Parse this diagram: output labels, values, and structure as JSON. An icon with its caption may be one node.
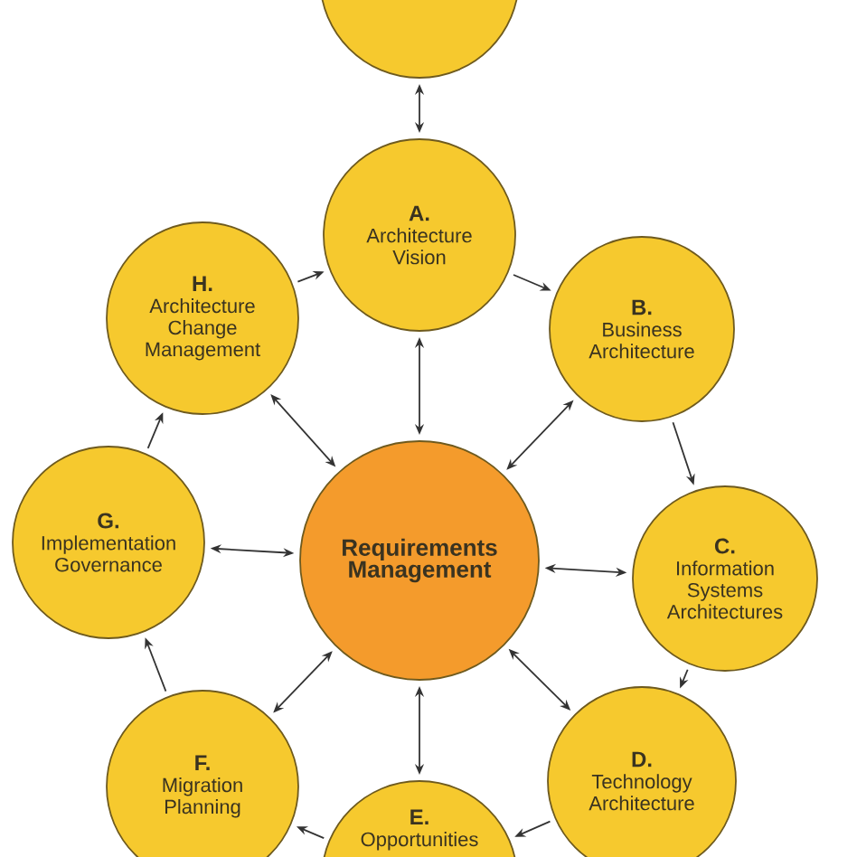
{
  "diagram": {
    "nodes": [
      {
        "text": [],
        "shape": "circle"
      },
      {
        "text": [
          "A.",
          "Architecture Vision"
        ]
      },
      {
        "text": [
          "B.",
          "Business Architecture"
        ]
      },
      {
        "text": [
          "C.",
          "Information Systems Architectures"
        ]
      },
      {
        "text": [
          "D.",
          "Technology Architecture"
        ]
      },
      {
        "text": [
          "E.",
          "Opportunities"
        ]
      },
      {
        "text": [
          "F.",
          "Migration Planning"
        ]
      },
      {
        "text": [
          "G.",
          "Implementation Governance"
        ]
      },
      {
        "text": [
          "H.",
          "Architecture Change Management"
        ]
      },
      {
        "text": [
          "Requirements Management"
        ]
      }
    ],
    "edges": [
      {
        "from": 0,
        "to": 1,
        "arrow": "both"
      },
      {
        "from": 1,
        "to": 2,
        "arrow": "to"
      },
      {
        "from": 2,
        "to": 3,
        "arrow": "to"
      },
      {
        "from": 3,
        "to": 4,
        "arrow": "to"
      },
      {
        "from": 4,
        "to": 5,
        "arrow": "to"
      },
      {
        "from": 5,
        "to": 6,
        "arrow": "to"
      },
      {
        "from": 6,
        "to": 7,
        "arrow": "to"
      },
      {
        "from": 7,
        "to": 8,
        "arrow": "to"
      },
      {
        "from": 8,
        "to": 1,
        "arrow": "to"
      },
      {
        "from": 9,
        "to": 1,
        "arrow": "both"
      },
      {
        "from": 9,
        "to": 2,
        "arrow": "both"
      },
      {
        "from": 9,
        "to": 3,
        "arrow": "both"
      },
      {
        "from": 9,
        "to": 4,
        "arrow": "both"
      },
      {
        "from": 9,
        "to": 5,
        "arrow": "both"
      },
      {
        "from": 9,
        "to": 6,
        "arrow": "both"
      },
      {
        "from": 9,
        "to": 7,
        "arrow": "both"
      },
      {
        "from": 9,
        "to": 8,
        "arrow": "both"
      }
    ]
  }
}
